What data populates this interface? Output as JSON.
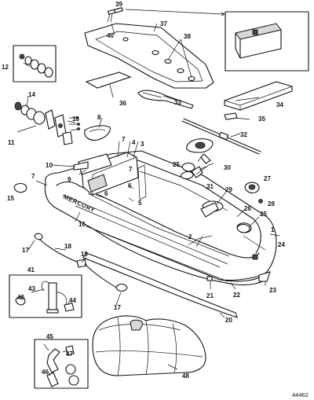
{
  "brand_text": "MERCURY",
  "figure_id": "44462",
  "callouts": {
    "c1": "1",
    "c2": "2",
    "c3": "3",
    "c4": "4",
    "c5": "5",
    "c6a": "6",
    "c6b": "6",
    "c7a": "7",
    "c7b": "7",
    "c7c": "7",
    "c8": "8",
    "c9": "9",
    "c10": "10",
    "c11": "11",
    "c12": "12",
    "c13": "13",
    "c14": "14",
    "c15": "15",
    "c16": "16",
    "c17a": "17",
    "c17b": "17",
    "c18": "18",
    "c19": "19",
    "c20": "20",
    "c21": "21",
    "c22": "22",
    "c23": "23",
    "c24": "24",
    "c25a": "25",
    "c25b": "25",
    "c26": "26",
    "c27": "27",
    "c28": "28",
    "c29": "29",
    "c30": "30",
    "c31": "31",
    "c32": "32",
    "c33": "33",
    "c34": "34",
    "c35": "35",
    "c36": "36",
    "c37": "37",
    "c38": "38",
    "c39": "39",
    "c40": "40",
    "c41": "41",
    "c42": "42",
    "c43": "43",
    "c44": "44",
    "c45": "45",
    "c46": "46",
    "c47": "47",
    "c48": "48"
  }
}
